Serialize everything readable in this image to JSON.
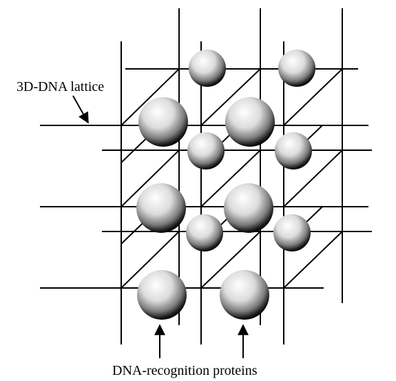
{
  "labels": {
    "lattice": "3D-DNA lattice",
    "proteins": "DNA-recognition proteins"
  },
  "colors": {
    "line": "#000000",
    "background": "#ffffff",
    "sphere_highlight": "#ffffff",
    "sphere_shadow": "#000000"
  },
  "structure": {
    "description_type": "cubic lattice with spheres at lattice sites",
    "front_layer_spheres": 6,
    "back_layer_spheres": 6
  }
}
